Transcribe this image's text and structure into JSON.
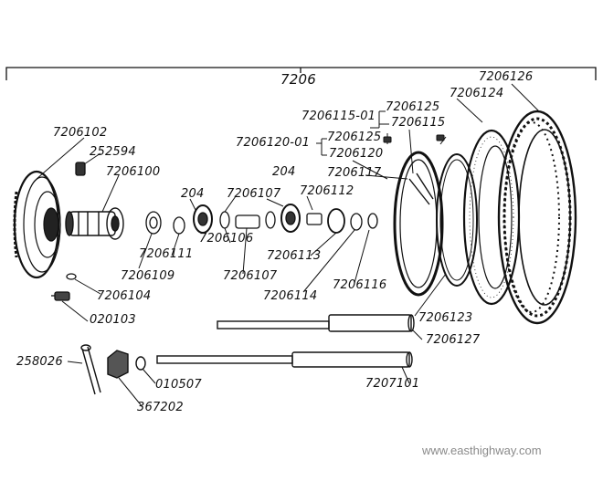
{
  "assembly_number": "7206",
  "watermark": "www.easthighway.com",
  "labels": {
    "p7206102": "7206102",
    "p252594": "252594",
    "p7206100": "7206100",
    "p204a": "204",
    "p204b": "204",
    "p7206107a": "7206107",
    "p7206112": "7206112",
    "p7206115_01": "7206115-01",
    "p7206125a": "7206125",
    "p7206115": "7206115",
    "p7206120_01": "7206120-01",
    "p7206125b": "7206125",
    "p7206120": "7206120",
    "p7206117": "7206117",
    "p7206124": "7206124",
    "p7206126": "7206126",
    "p7206111": "7206111",
    "p7206106": "7206106",
    "p7206107b": "7206107",
    "p7206113": "7206113",
    "p7206109": "7206109",
    "p7206104": "7206104",
    "p7206114": "7206114",
    "p7206116": "7206116",
    "p020103": "020103",
    "p7206123": "7206123",
    "p7206127": "7206127",
    "p258026": "258026",
    "p010507": "010507",
    "p7207101": "7207101",
    "p367202": "367202"
  }
}
